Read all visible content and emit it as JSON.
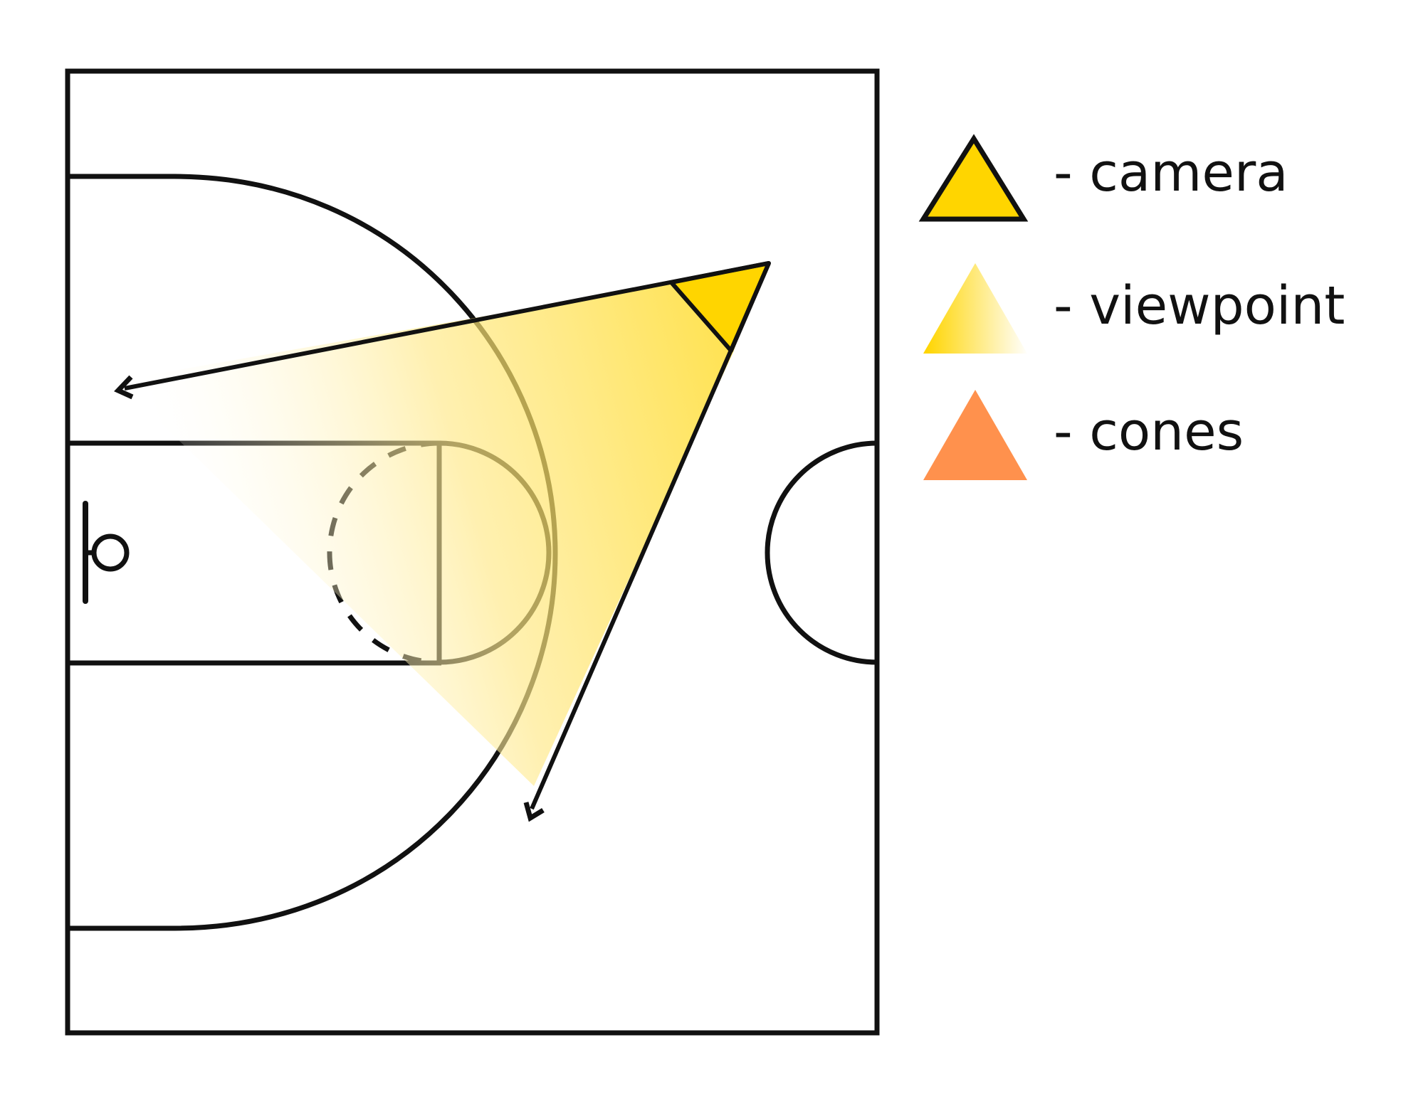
{
  "legend": {
    "items": [
      {
        "label": "- camera",
        "icon": "camera-triangle-icon"
      },
      {
        "label": "- viewpoint",
        "icon": "viewpoint-triangle-icon"
      },
      {
        "label": "- cones",
        "icon": "cones-triangle-icon"
      }
    ]
  },
  "colors": {
    "camera_fill": "#FFD500",
    "viewpoint_start": "#FFD500",
    "viewpoint_end": "#FFFFFF",
    "cones_fill": "#FF914D",
    "court_lines": "#111111",
    "background": "#FFFFFF"
  }
}
